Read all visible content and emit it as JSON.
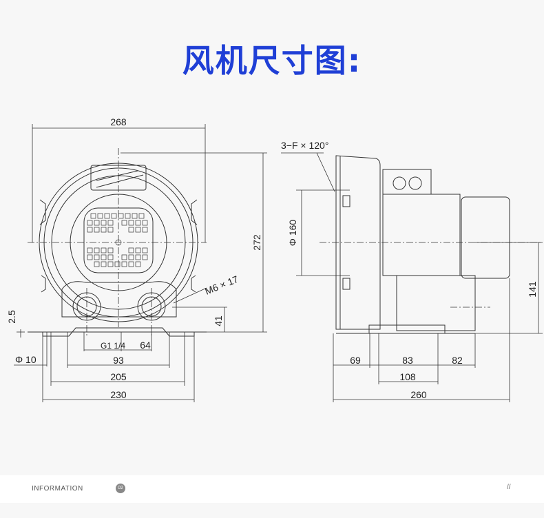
{
  "title": "风机尺寸图:",
  "front_view": {
    "width_top": "268",
    "height": "272",
    "thread": "M6 × 17",
    "dim_41": "41",
    "dim_25": "2.5",
    "port": "G1 1/4",
    "dim_64": "64",
    "dim_93": "93",
    "hole": "Φ 10",
    "dim_205": "205",
    "dim_230": "230"
  },
  "side_view": {
    "holes": "3−F × 120°",
    "diameter": "Φ 160",
    "dim_141": "141",
    "dim_69": "69",
    "dim_83": "83",
    "dim_82": "82",
    "dim_108": "108",
    "dim_260": "260"
  },
  "footer": {
    "label": "INFORMATION",
    "badge": "02",
    "mark": "//"
  }
}
